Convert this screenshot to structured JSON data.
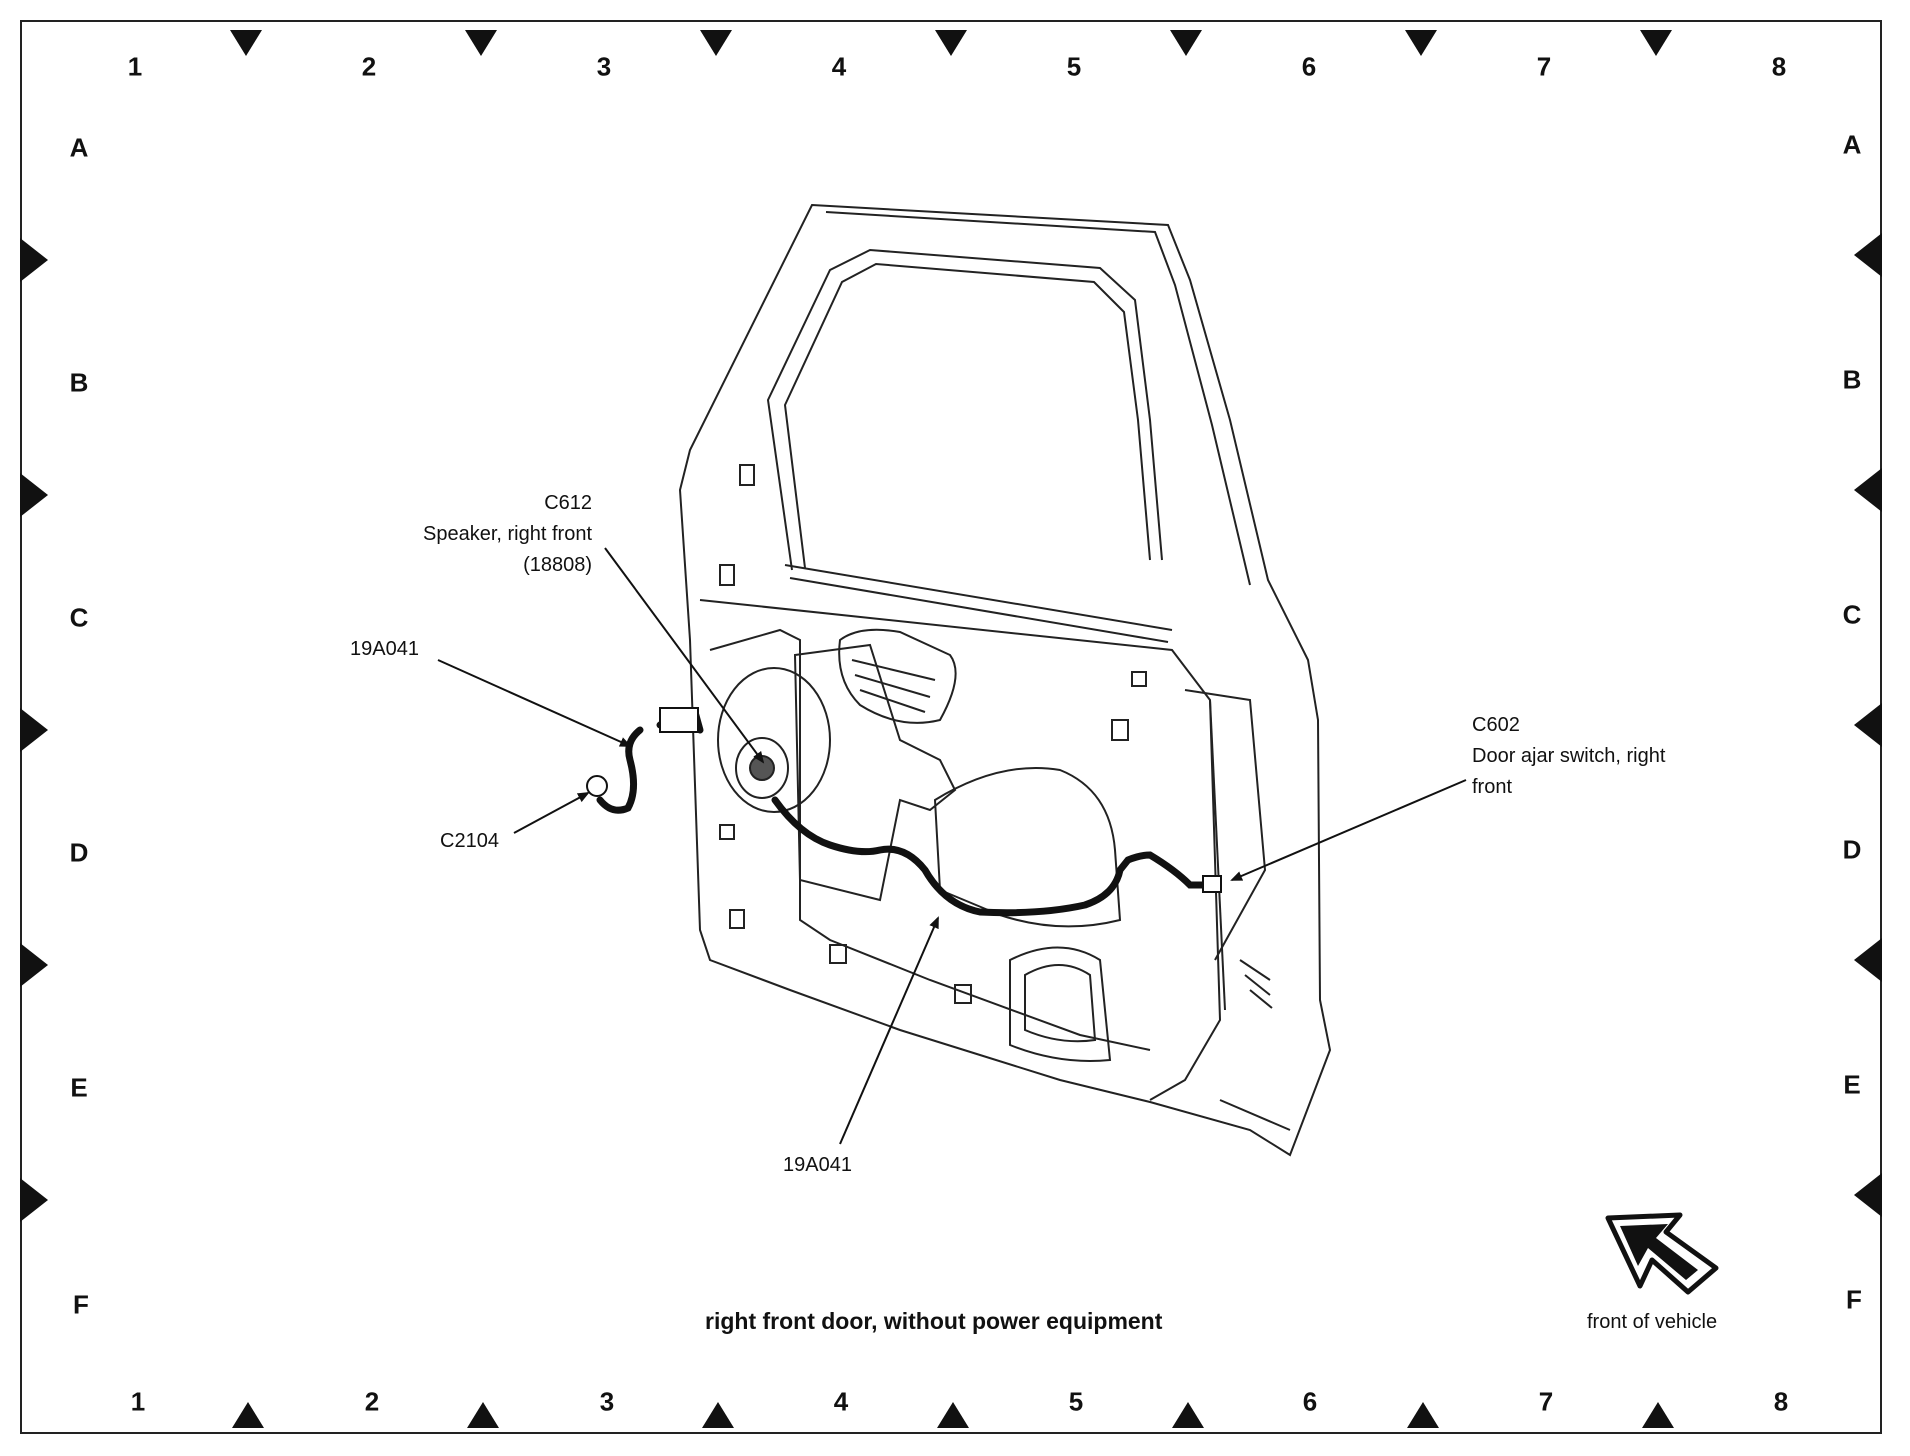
{
  "grid": {
    "columns": [
      "1",
      "2",
      "3",
      "4",
      "5",
      "6",
      "7",
      "8"
    ],
    "rows": [
      "A",
      "B",
      "C",
      "D",
      "E",
      "F"
    ]
  },
  "title": "right front door, without power equipment",
  "labels": {
    "c612": {
      "id": "C612",
      "line1": "Speaker, right front",
      "line2": "(18808)"
    },
    "harness_upper": "19A041",
    "c2104": "C2104",
    "c602": {
      "id": "C602",
      "line1": "Door ajar switch, right",
      "line2": "front"
    },
    "harness_lower": "19A041"
  },
  "front_indicator": {
    "label": "front of vehicle",
    "icon": "front-arrow-icon"
  }
}
